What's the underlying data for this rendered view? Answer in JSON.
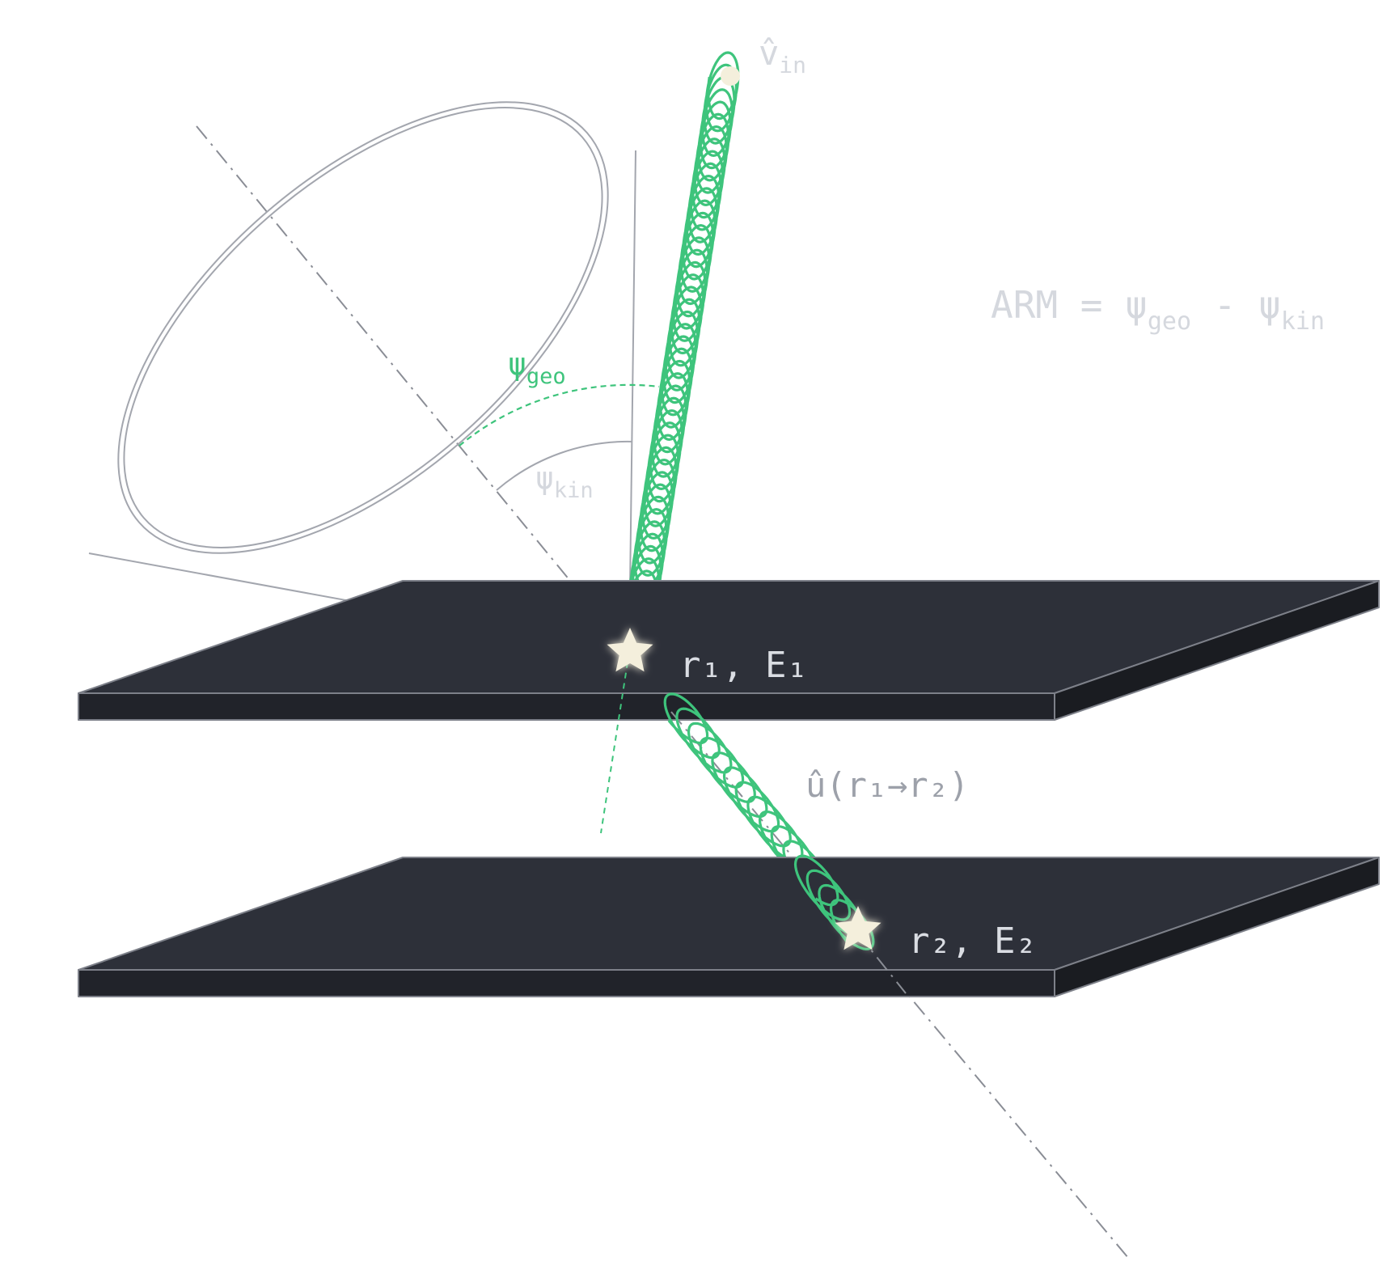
{
  "labels": {
    "v_hat": "v̂",
    "v_sub": "in",
    "arm_main": "ARM = ψ",
    "arm_sub1": "geo",
    "arm_mid": " - ψ",
    "arm_sub2": "kin",
    "psi_geo": "ψ",
    "psi_geo_sub": "geo",
    "psi_kin": "ψ",
    "psi_kin_sub": "kin",
    "hit1": "r₁, E₁",
    "hit2": "r₂, E₂",
    "u_hat": "û(r₁→r₂)"
  },
  "colors": {
    "accent": "#3ec47c",
    "plate_top": "#2d3039",
    "plate_front": "#21232a",
    "plate_side": "#1a1c21",
    "plate_edge": "#7d8089",
    "cone": "#a3a6ae",
    "axis": "#8a8d95",
    "star": "#f4efdc"
  }
}
